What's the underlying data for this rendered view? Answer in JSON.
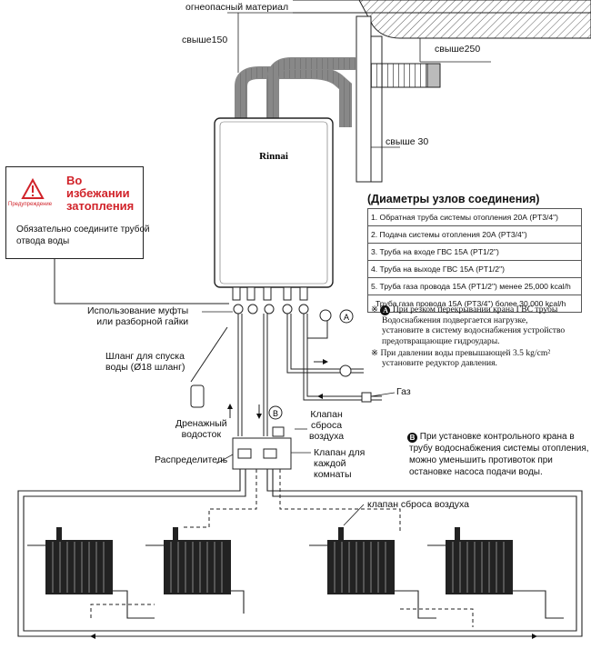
{
  "labels": {
    "fireproof": "огнеопасный материал",
    "above150": "свыше150",
    "above250": "свыше250",
    "above30": "свыше 30",
    "brand": "Rinnai",
    "coupling": [
      "Использование муфты",
      "или разборной гайки"
    ],
    "drain_hose": [
      "Шланг для спуска",
      "воды (Ø18 шланг)"
    ],
    "drain_outlet": [
      "Дренажный",
      "водосток"
    ],
    "distributor": "Распределитель",
    "air_valve": [
      "Клапан",
      "сброса",
      "воздуха"
    ],
    "room_valve": [
      "Клапан для",
      "каждой",
      "комнаты"
    ],
    "gas": "Газ",
    "air_release": "клапан сброса воздуха",
    "marker_a": "A",
    "marker_b": "B"
  },
  "warning": {
    "title": [
      "Во избежании",
      "затопления"
    ],
    "small": "Предупреждение",
    "text": [
      "Обязательно соедините трубой",
      "отвода воды"
    ]
  },
  "specs": {
    "title": "(Диаметры узлов соединения)",
    "rows": [
      "1. Обратная труба системы отопления 20А (PT3/4\")",
      "2. Подача системы отопления 20А (PT3/4\")",
      "3. Труба на входе ГВС 15А (PT1/2\")",
      "4. Труба на выходе ГВС 15А (PT1/2\")",
      "5. Труба газа провода 15А (PT1/2\") менее 25,000 kcal/h",
      "Труба газа провода 15А (PT3/4\") более 30,000 kcal/h"
    ]
  },
  "notes": {
    "a_mark": "※",
    "a_lines": [
      "При резком перекрывании крана ГВС трубы",
      "Водоснабжения подвергается нагрузке,",
      "установите в систему водоснабжения устройство",
      "предотвращающие  гидроудары."
    ],
    "pressure_lines": [
      "При давлении воды превышающей 3.5 kg/cm²",
      "установите редуктор давления."
    ],
    "b_lines": [
      "При установке контрольного крана в",
      "трубу водоснабжения системы отопления,",
      "можно уменьшить противоток при",
      "остановке насоса подачи воды."
    ]
  },
  "colors": {
    "warning_red": "#d1232a",
    "line": "#1a1a1a"
  }
}
